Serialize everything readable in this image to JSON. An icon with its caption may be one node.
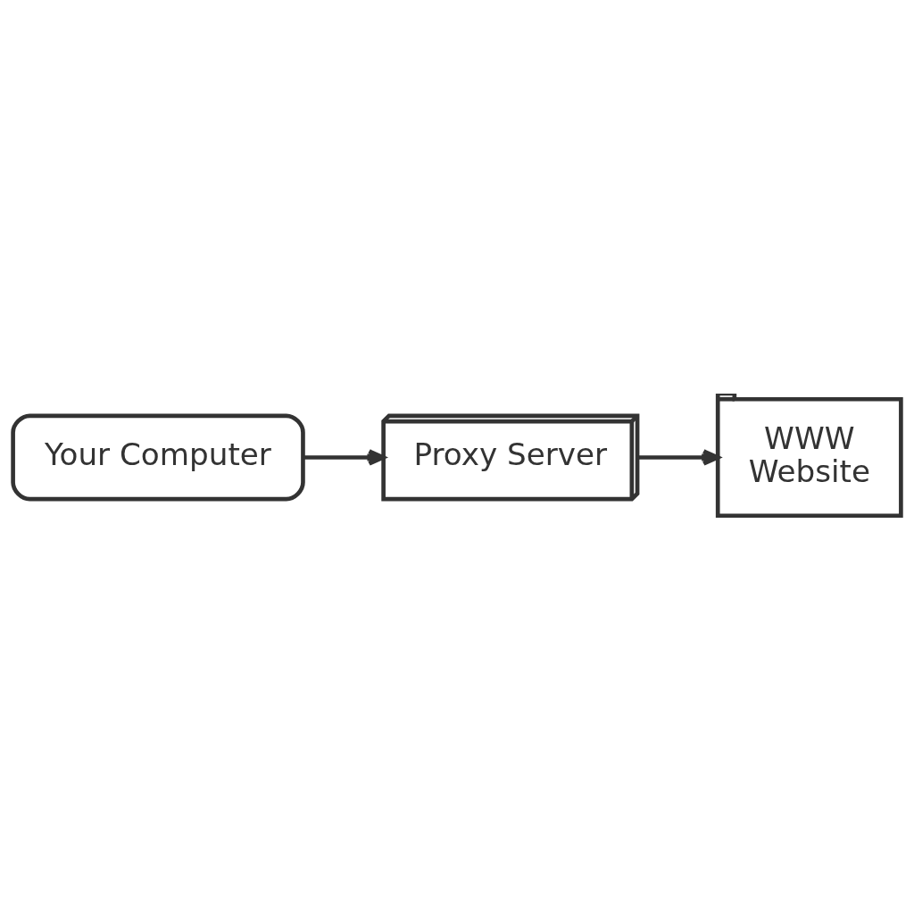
{
  "diagram": {
    "nodes": [
      {
        "text": [
          "Your Computer"
        ]
      },
      {
        "text": [
          "Proxy Server"
        ]
      },
      {
        "text": [
          "WWW",
          "Website"
        ]
      }
    ],
    "edges": [
      {
        "from": 0,
        "to": 1,
        "arrow": "to"
      },
      {
        "from": 1,
        "to": 2,
        "arrow": "to"
      }
    ]
  }
}
